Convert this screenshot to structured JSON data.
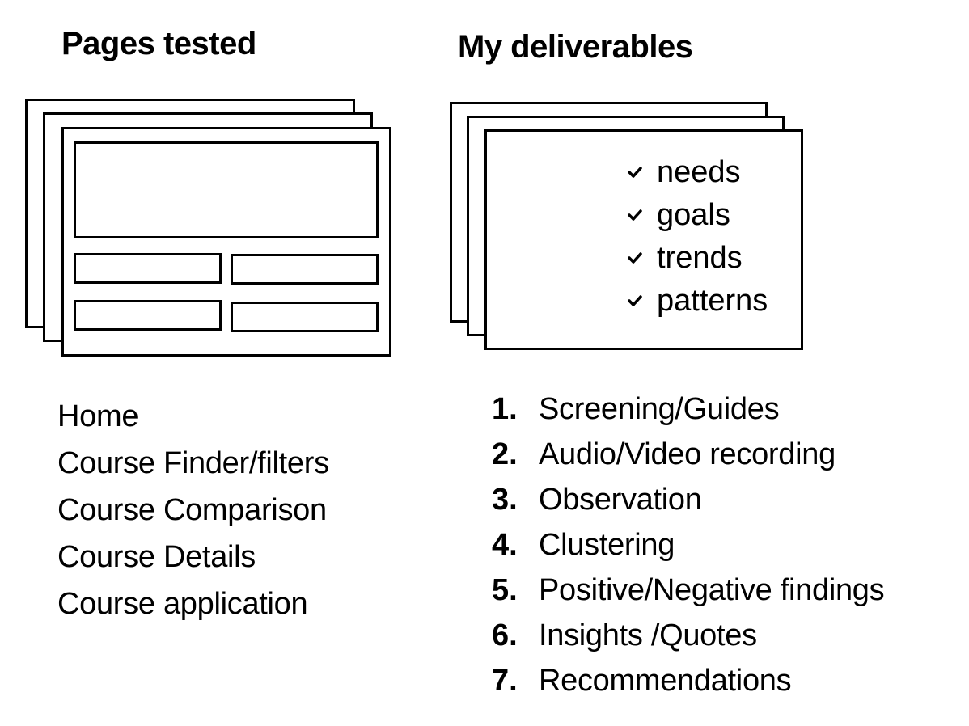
{
  "left_panel": {
    "heading": "Pages tested",
    "pages": [
      "Home",
      "Course Finder/filters",
      "Course Comparison",
      "Course Details",
      "Course application"
    ]
  },
  "right_panel": {
    "heading": "My deliverables",
    "checklist": [
      {
        "icon": "check-icon",
        "label": "needs"
      },
      {
        "icon": "check-icon",
        "label": "goals"
      },
      {
        "icon": "check-icon",
        "label": "trends"
      },
      {
        "icon": "check-icon",
        "label": "patterns"
      }
    ],
    "deliverables": [
      {
        "number": "1.",
        "label": "Screening/Guides"
      },
      {
        "number": "2.",
        "label": "Audio/Video recording"
      },
      {
        "number": "3.",
        "label": "Observation"
      },
      {
        "number": "4.",
        "label": "Clustering"
      },
      {
        "number": "5.",
        "label": "Positive/Negative findings"
      },
      {
        "number": "6.",
        "label": "Insights /Quotes"
      },
      {
        "number": "7.",
        "label": "Recommendations"
      }
    ]
  },
  "colors": {
    "ink": "#000000",
    "background": "#ffffff"
  }
}
